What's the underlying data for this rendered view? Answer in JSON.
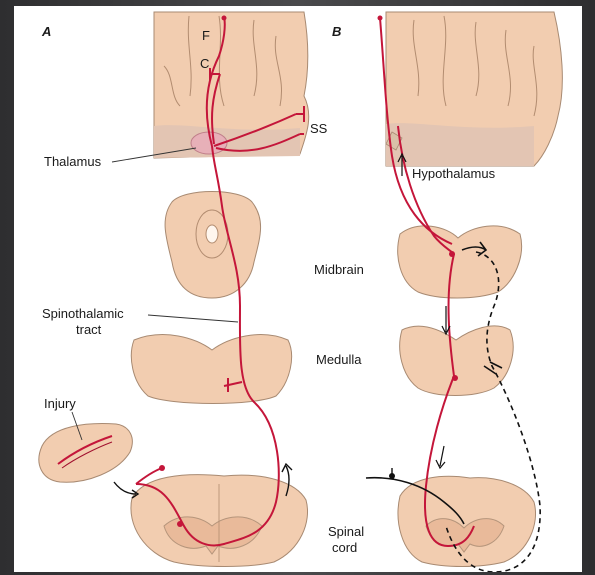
{
  "panels": {
    "a": "A",
    "b": "B"
  },
  "labels_a": {
    "f": "F",
    "c": "C",
    "ss": "SS",
    "thalamus": "Thalamus",
    "spinothalamic_1": "Spinothalamic",
    "spinothalamic_2": "tract",
    "injury": "Injury"
  },
  "labels_b": {
    "hypothalamus": "Hypothalamus",
    "midbrain": "Midbrain",
    "medulla": "Medulla",
    "spinal_1": "Spinal",
    "spinal_2": "cord"
  },
  "colors": {
    "pathway": "#c4163a",
    "tissue": "#f2cdb0",
    "descending": "#111111"
  }
}
